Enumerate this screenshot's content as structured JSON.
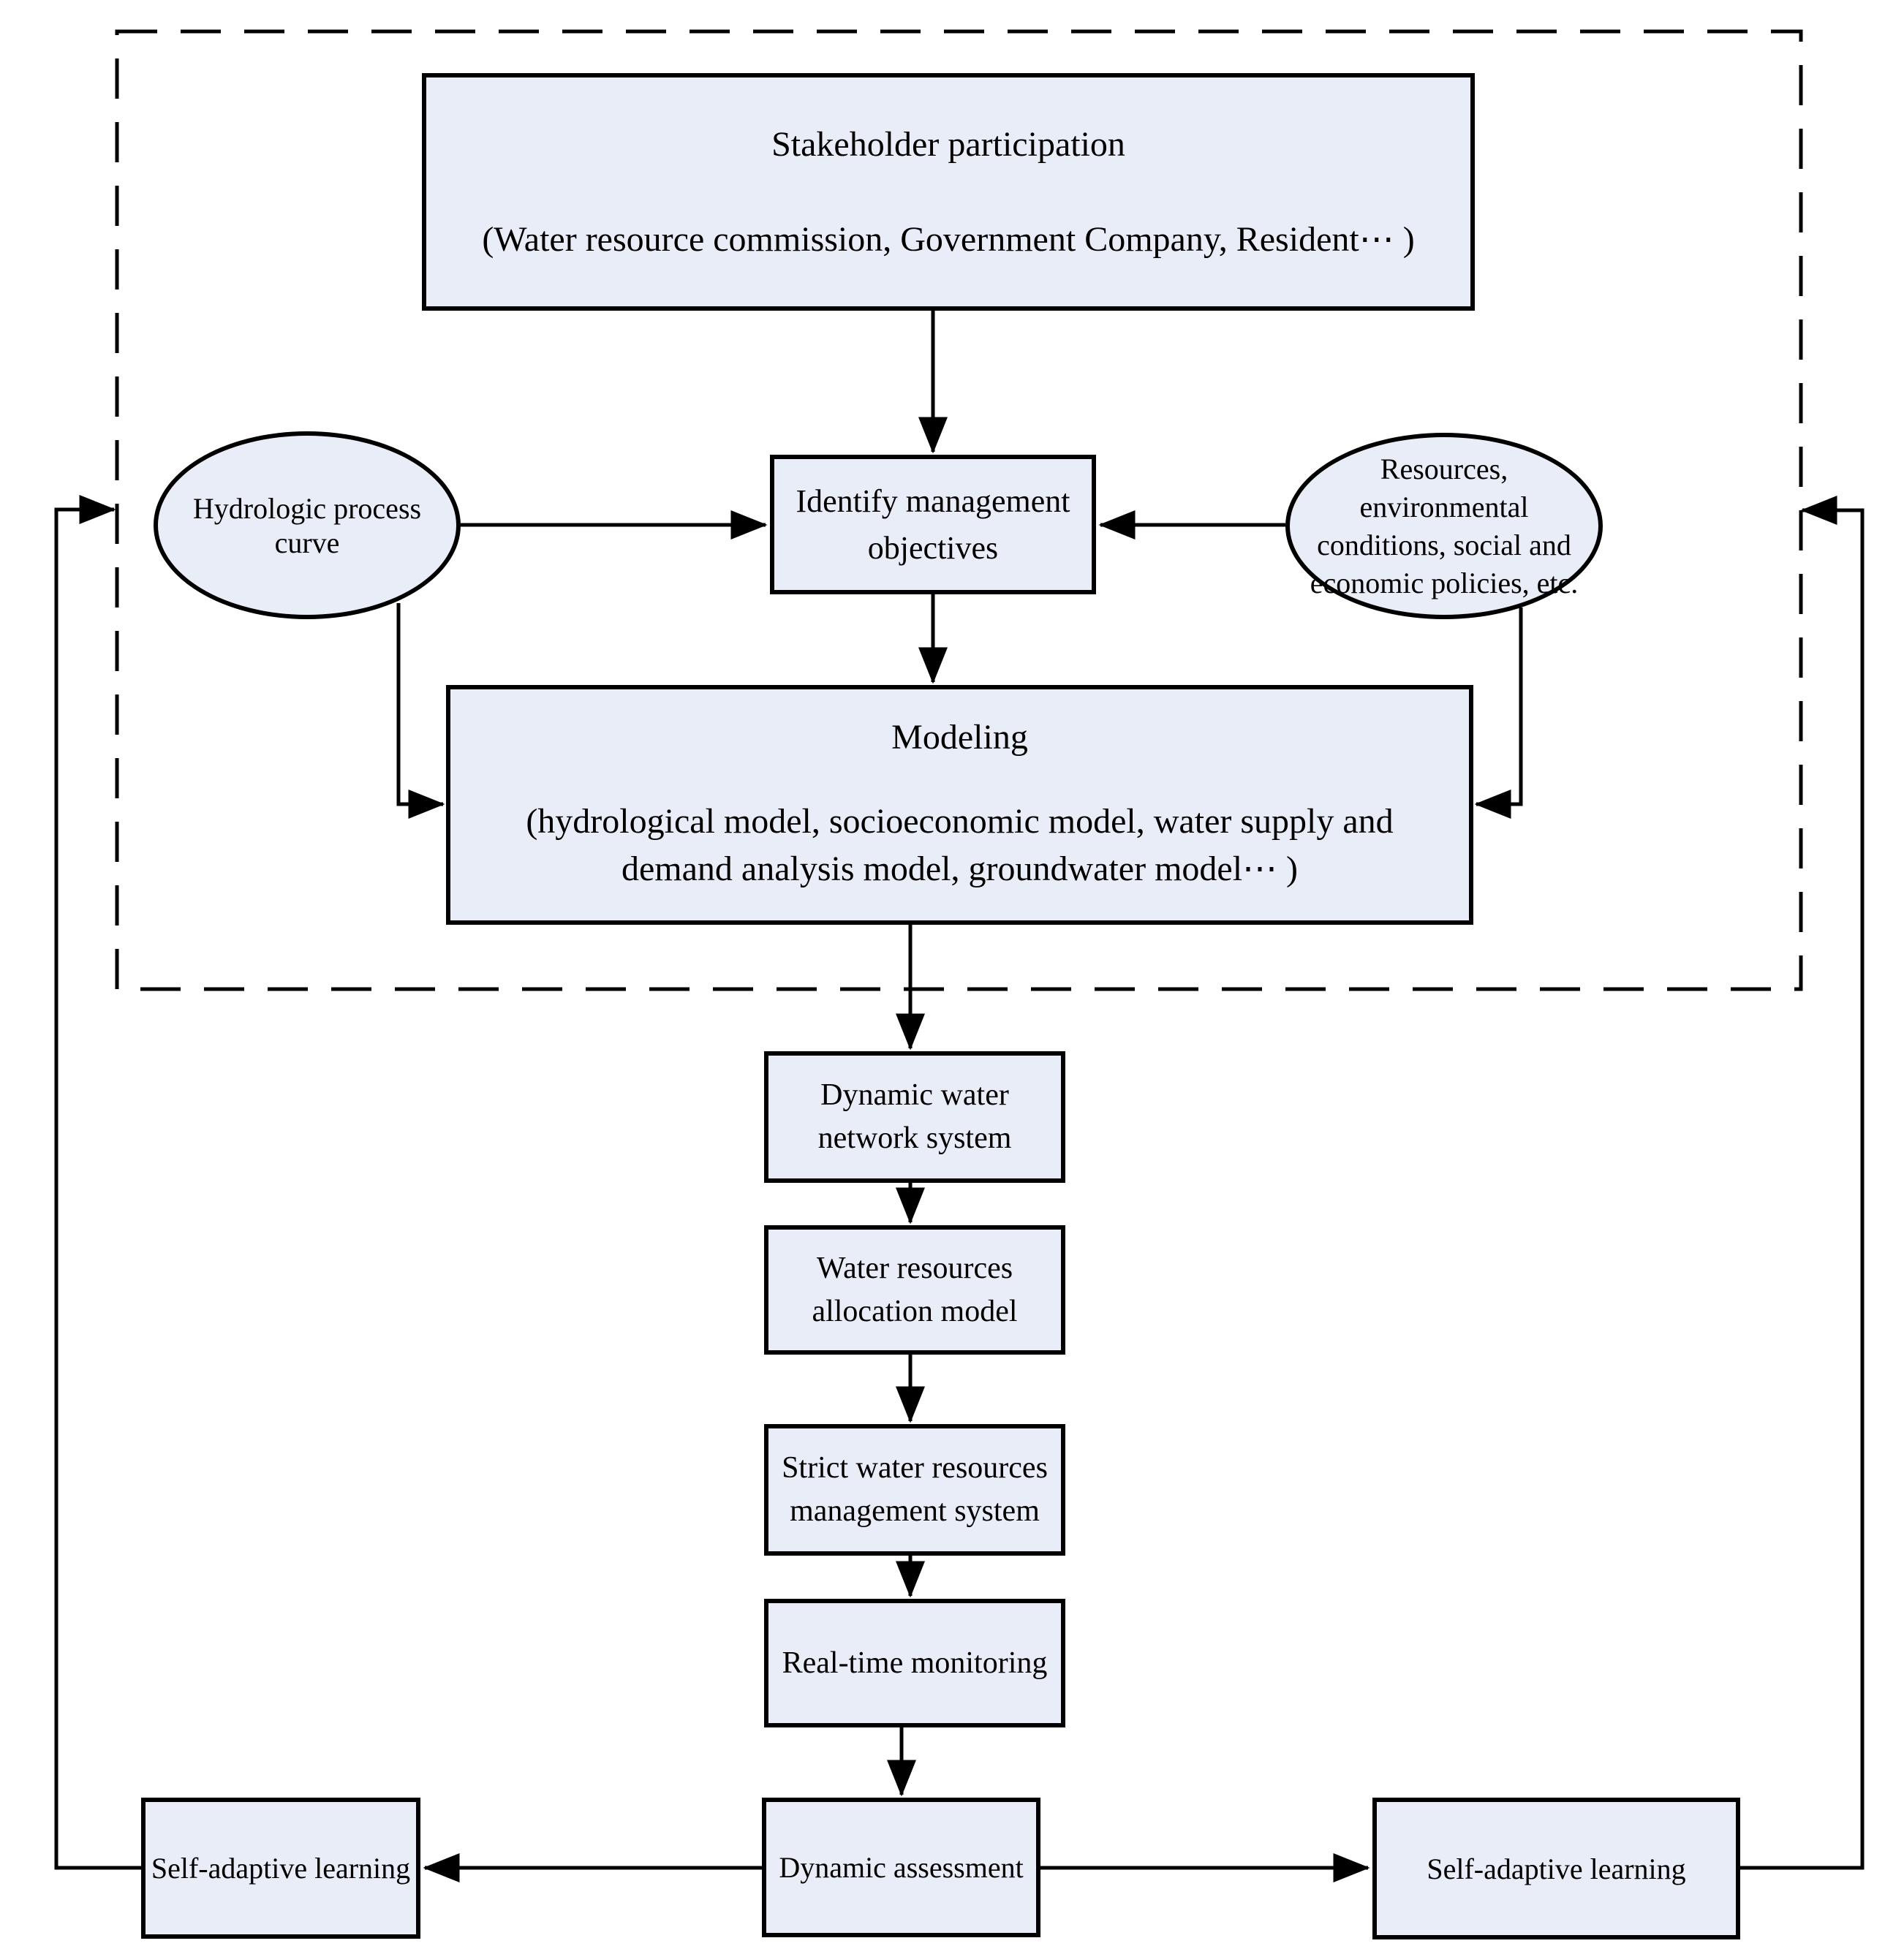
{
  "diagram": {
    "background": "#ffffff",
    "colors": {
      "node_fill": "#e8edf8",
      "node_border": "#000000",
      "connector": "#000000"
    },
    "nodes": {
      "stakeholder": {
        "title": "Stakeholder participation",
        "subtitle": "(Water resource commission, Government Company, Resident⋯ )"
      },
      "hydrologic": {
        "label": "Hydrologic process curve"
      },
      "identify": {
        "label": "Identify management objectives"
      },
      "resources": {
        "label": "Resources, environmental conditions, social and economic policies, etc."
      },
      "modeling": {
        "title": "Modeling",
        "subtitle": "(hydrological model, socioeconomic model, water supply and demand analysis model, groundwater model⋯ )"
      },
      "dynamic_network": {
        "label": "Dynamic water network system"
      },
      "allocation": {
        "label": "Water resources allocation model"
      },
      "strict": {
        "label": "Strict water resources management system"
      },
      "monitoring": {
        "label": "Real-time monitoring"
      },
      "assessment": {
        "label": "Dynamic assessment"
      },
      "self_adaptive_left": {
        "label": "Self-adaptive learning"
      },
      "self_adaptive_right": {
        "label": "Self-adaptive learning"
      }
    },
    "edges": [
      {
        "from": "stakeholder",
        "to": "identify"
      },
      {
        "from": "hydrologic",
        "to": "identify"
      },
      {
        "from": "resources",
        "to": "identify"
      },
      {
        "from": "identify",
        "to": "modeling"
      },
      {
        "from": "hydrologic",
        "to": "modeling"
      },
      {
        "from": "resources",
        "to": "modeling"
      },
      {
        "from": "modeling",
        "to": "dynamic_network"
      },
      {
        "from": "dynamic_network",
        "to": "allocation"
      },
      {
        "from": "allocation",
        "to": "strict"
      },
      {
        "from": "strict",
        "to": "monitoring"
      },
      {
        "from": "monitoring",
        "to": "assessment"
      },
      {
        "from": "assessment",
        "to": "self_adaptive_left"
      },
      {
        "from": "assessment",
        "to": "self_adaptive_right"
      },
      {
        "from": "self_adaptive_left",
        "to": "planning-boundary"
      },
      {
        "from": "self_adaptive_right",
        "to": "planning-boundary"
      }
    ]
  }
}
